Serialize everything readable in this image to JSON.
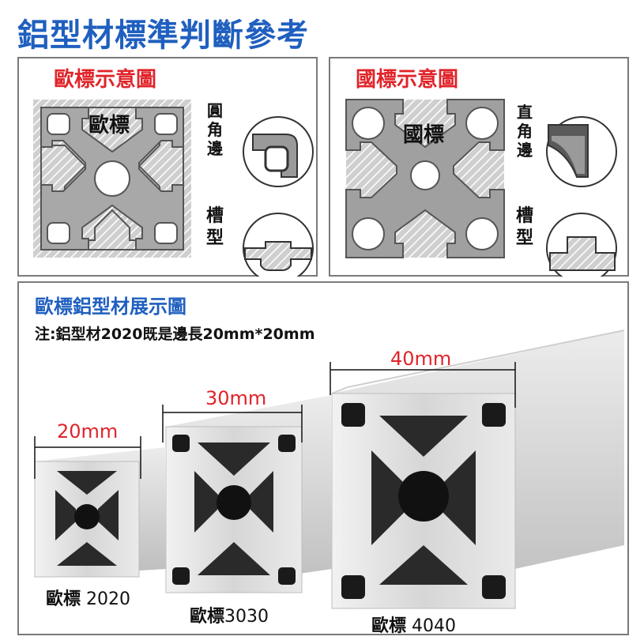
{
  "title": "鋁型材標準判斷參考",
  "eu_panel": {
    "title": "歐標示意圖",
    "profile_label": "歐標",
    "edge_label_chars": [
      "圓",
      "角",
      "邊"
    ],
    "slot_label_chars": [
      "槽",
      "型"
    ]
  },
  "cn_panel": {
    "title": "國標示意圖",
    "profile_label": "國標",
    "edge_label_chars": [
      "直",
      "角",
      "邊"
    ],
    "slot_label_chars": [
      "槽",
      "型"
    ]
  },
  "showcase": {
    "title": "歐標鋁型材展示圖",
    "note": "注:鋁型材2020既是邊長20mm*20mm",
    "dimensions": [
      "20mm",
      "30mm",
      "40mm"
    ],
    "labels": [
      {
        "prefix": "歐標",
        "code": "2020"
      },
      {
        "prefix": "歐標",
        "code": "3030"
      },
      {
        "prefix": "歐標",
        "code": "4040"
      }
    ]
  },
  "colors": {
    "title_blue": "#1f5fbf",
    "panel_title_red": "#e0242a",
    "dimension_red": "#e0242a",
    "profile_gray": "#a8a8a8"
  }
}
